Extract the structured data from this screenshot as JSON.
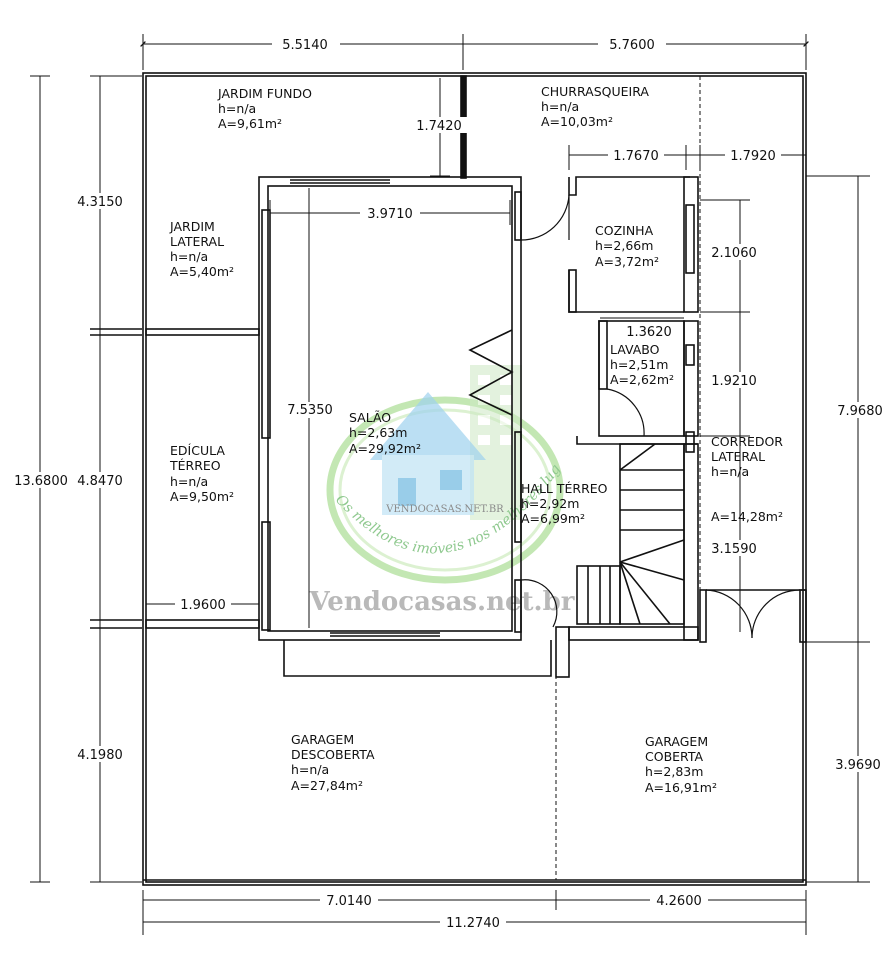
{
  "rooms": [
    {
      "id": "jardim-fundo",
      "name": "JARDIM FUNDO",
      "h": "h=n/a",
      "area": "A=9,61m²"
    },
    {
      "id": "churrasqueira",
      "name": "CHURRASQUEIRA",
      "h": "h=n/a",
      "area": "A=10,03m²"
    },
    {
      "id": "jardim-lateral",
      "name": "JARDIM",
      "name2": "LATERAL",
      "h": "h=n/a",
      "area": "A=5,40m²"
    },
    {
      "id": "cozinha",
      "name": "COZINHA",
      "h": "h=2,66m",
      "area": "A=3,72m²"
    },
    {
      "id": "lavabo",
      "name": "LAVABO",
      "h": "h=2,51m",
      "area": "A=2,62m²"
    },
    {
      "id": "salao",
      "name": "SALÃO",
      "h": "h=2,63m",
      "area": "A=29,92m²"
    },
    {
      "id": "edicula",
      "name": "EDÍCULA",
      "name2": "TÉRREO",
      "h": "h=n/a",
      "area": "A=9,50m²"
    },
    {
      "id": "hall",
      "name": "HALL TÉRREO",
      "h": "h=2,92m",
      "area": "A=6,99m²"
    },
    {
      "id": "corredor",
      "name": "CORREDOR",
      "name2": "LATERAL",
      "h": "h=n/a",
      "area": "A=14,28m²"
    },
    {
      "id": "garagem-descoberta",
      "name": "GARAGEM",
      "name2": "DESCOBERTA",
      "h": "h=n/a",
      "area": "A=27,84m²"
    },
    {
      "id": "garagem-coberta",
      "name": "GARAGEM",
      "name2": "COBERTA",
      "h": "h=2,83m",
      "area": "A=16,91m²"
    }
  ],
  "dimensions": {
    "top_left": "5.5140",
    "top_right": "5.7600",
    "fundo_depth": "1.7420",
    "cozinha_width": "1.7670",
    "side_right_top": "1.7920",
    "salao_width": "3.9710",
    "left_upper": "4.3150",
    "cozinha_depth": "2.1060",
    "lavabo_width": "1.3620",
    "lavabo_depth": "1.9210",
    "salao_depth": "7.5350",
    "total_depth": "13.6800",
    "left_middle": "4.8470",
    "right_upper": "7.9680",
    "corredor_depth": "3.1590",
    "lateral_width": "1.9600",
    "left_lower": "4.1980",
    "right_lower": "3.9690",
    "bottom_left": "7.0140",
    "bottom_right": "4.2600",
    "total_width": "11.2740"
  },
  "watermark": {
    "site": "VENDOCASAS.NET.BR",
    "slogan": "Os melhores imóveis nos melhores lugares",
    "brand": "Vendocasas.net.br"
  }
}
